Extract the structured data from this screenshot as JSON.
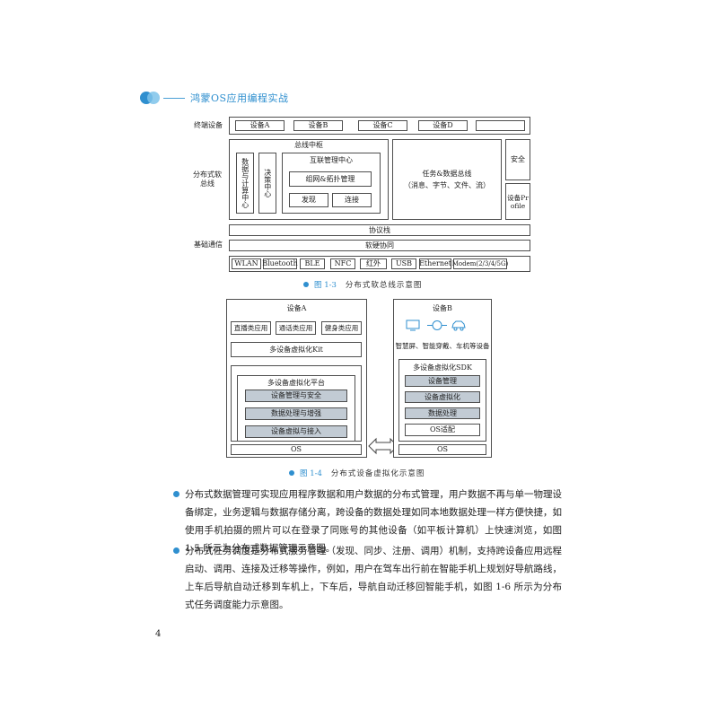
{
  "header": {
    "book_title": "鸿蒙OS应用编程实战"
  },
  "fig13": {
    "row_terminal": "终端设备",
    "row_bus": "分布式软总线",
    "row_basic": "基础通信",
    "devices": [
      "设备A",
      "设备B",
      "设备C",
      "设备D",
      ""
    ],
    "bus_hub": "总线中枢",
    "data_compute": "数据与计算中心",
    "decision": "决策中心",
    "interconnect": "互联管理中心",
    "network_topo": "组网&拓扑管理",
    "discover": "发现",
    "connect": "连接",
    "task_bus": "任务&数据总线",
    "task_bus_sub": "（消息、字节、文件、流）",
    "security": "安全",
    "device_profile": "设备Profile",
    "protocol_stack": "协议栈",
    "hw_coop": "软硬协同",
    "comms": [
      "WLAN",
      "Bluetooth",
      "BLE",
      "NFC",
      "红外",
      "USB",
      "Ethernet",
      "Modem(2/3/4/5G)"
    ],
    "caption_num": "图 1-3",
    "caption_text": "分布式软总线示意图"
  },
  "fig14": {
    "dev_a": "设备A",
    "apps": [
      "直播类应用",
      "通话类应用",
      "健身类应用"
    ],
    "kit": "多设备虚拟化Kit",
    "platform": "多设备虚拟化平台",
    "platform_items": [
      "设备管理与安全",
      "数据处理与增强",
      "设备虚拟与接入"
    ],
    "os_a": "OS",
    "dev_b": "设备B",
    "device_types": "智慧屏、智能穿戴、车机等设备",
    "sdk": "多设备虚拟化SDK",
    "sdk_items": [
      "设备管理",
      "设备虚拟化",
      "数据处理"
    ],
    "os_adapt": "OS适配",
    "os_b": "OS",
    "caption_num": "图 1-4",
    "caption_text": "分布式设备虚拟化示意图"
  },
  "body": {
    "p1": "分布式数据管理可实现应用程序数据和用户数据的分布式管理，用户数据不再与单一物理设备绑定，业务逻辑与数据存储分离，跨设备的数据处理如同本地数据处理一样方便快捷，如使用手机拍摄的照片可以在登录了同账号的其他设备（如平板计算机）上快速浏览，如图 1-5 所示为分布式数据管理示意图。",
    "p2": "分布式任务调度是分布式服务管理（发现、同步、注册、调用）机制，支持跨设备应用远程启动、调用、连接及迁移等操作，例如，用户在驾车出行前在智能手机上规划好导航路线，上车后导航自动迁移到车机上，下车后，导航自动迁移回智能手机，如图 1-6 所示为分布式任务调度能力示意图。"
  },
  "page_number": "4"
}
